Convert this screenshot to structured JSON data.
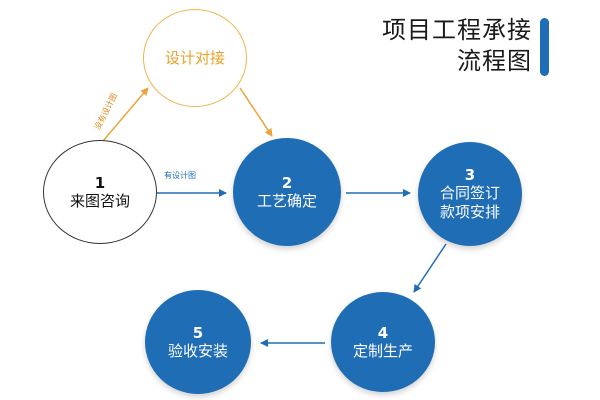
{
  "title": {
    "line1": "项目工程承接",
    "line2": "流程图"
  },
  "nodes": {
    "consult": {
      "label": "来图咨询",
      "number": "1"
    },
    "design": {
      "label": "设计对接"
    },
    "process": {
      "label": "工艺确定",
      "number": "2"
    },
    "contract": {
      "label_line1": "合同签订",
      "label_line2": "款项安排",
      "number": "3"
    },
    "production": {
      "label": "定制生产",
      "number": "4"
    },
    "install": {
      "label": "验收安装",
      "number": "5"
    }
  },
  "edges": {
    "no_design": "没有设计图",
    "has_design": "有设计图"
  },
  "colors": {
    "blue": "#1f6db5",
    "orange": "#f0b44b",
    "dark": "#333333"
  }
}
